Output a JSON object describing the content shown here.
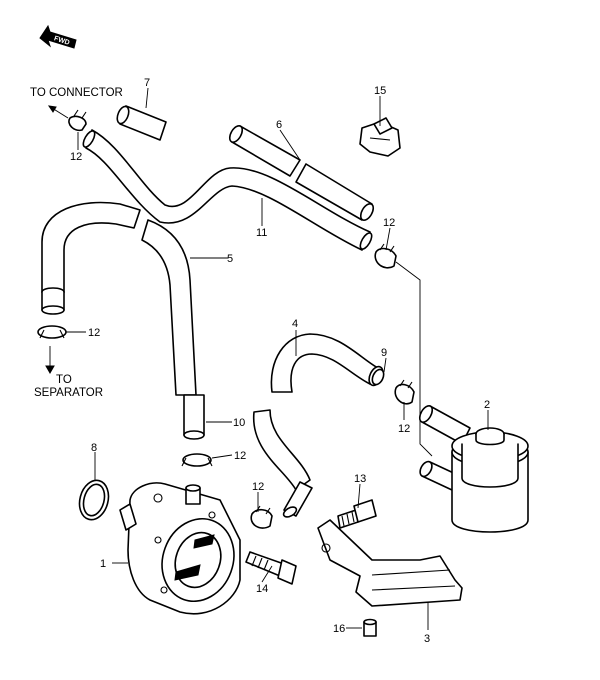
{
  "fwd_label": "FWD",
  "notes": {
    "to_connector": "TO CONNECTOR",
    "to_separator_1": "TO",
    "to_separator_2": "SEPARATOR"
  },
  "callouts": {
    "c1": "1",
    "c2": "2",
    "c3": "3",
    "c4": "4",
    "c5": "5",
    "c6": "6",
    "c7": "7",
    "c8": "8",
    "c9": "9",
    "c10": "10",
    "c11": "11",
    "c12a": "12",
    "c12b": "12",
    "c12c": "12",
    "c12d": "12",
    "c12e": "12",
    "c12f": "12",
    "c13": "13",
    "c14": "14",
    "c15": "15",
    "c16": "16"
  }
}
